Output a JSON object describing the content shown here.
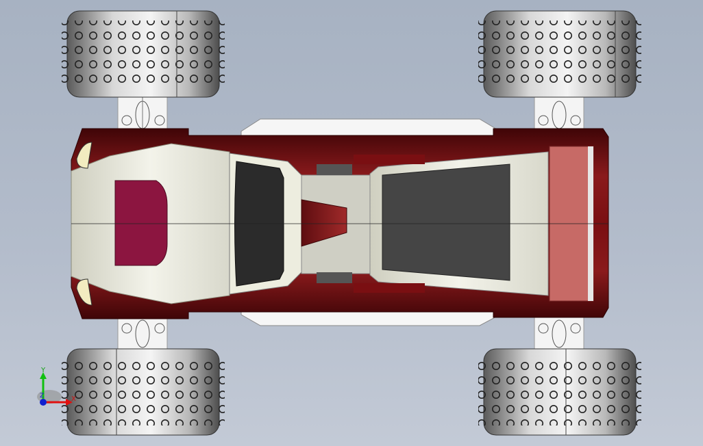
{
  "viewport": {
    "background_top": "#a7b2c2",
    "background_bottom": "#c3cad6"
  },
  "model": {
    "body_color": "#7a0f12",
    "body_highlight": "#b23a3a",
    "panel_color": "#e9e9dd",
    "glass_color": "#3b3b3b",
    "seat_color": "#8a1a1f",
    "hood_accent": "#8c1540",
    "rear_panel": "#c76a66",
    "tire_color": "#8f8f8f",
    "chassis_color": "#f4f4f4"
  },
  "triad": {
    "x_label": "X",
    "y_label": "Y",
    "z_label": "Z",
    "x_color": "#e01010",
    "y_color": "#10c010",
    "z_color": "#1020d0"
  }
}
